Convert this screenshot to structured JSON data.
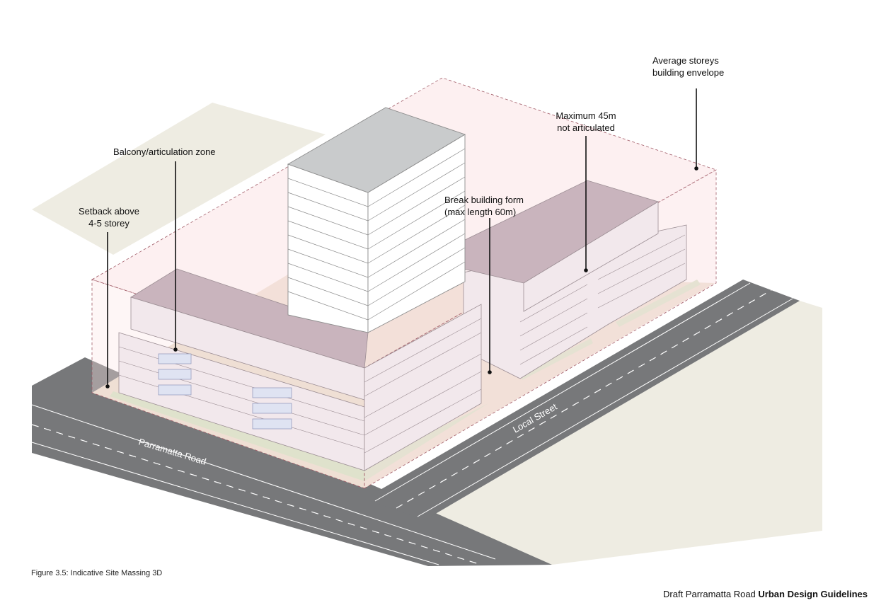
{
  "annotations": {
    "average_storeys": [
      "Average storeys",
      "building envelope"
    ],
    "maximum_45m": [
      "Maximum 45m",
      "not articulated"
    ],
    "balcony_zone": [
      "Balcony/articulation zone"
    ],
    "break_form": [
      "Break building form",
      "(max length 60m)"
    ],
    "setback": [
      "Setback above",
      "4-5 storey"
    ]
  },
  "streets": {
    "parramatta": "Parramatta Road",
    "local": "Local Street"
  },
  "caption": "Figure 3.5: Indicative Site Massing 3D",
  "footer": {
    "prefix": "Draft Parramatta Road ",
    "bold": "Urban Design Guidelines"
  },
  "colors": {
    "road": "#77787a",
    "ground": "#eeece2",
    "site": "#e9dccb",
    "landscape": "#cfe0bf",
    "building_wall": "#f2e8ec",
    "building_roof": "#c9b4bd",
    "tower_roof": "#c9cbcc",
    "envelope": "#fbe4e6"
  }
}
